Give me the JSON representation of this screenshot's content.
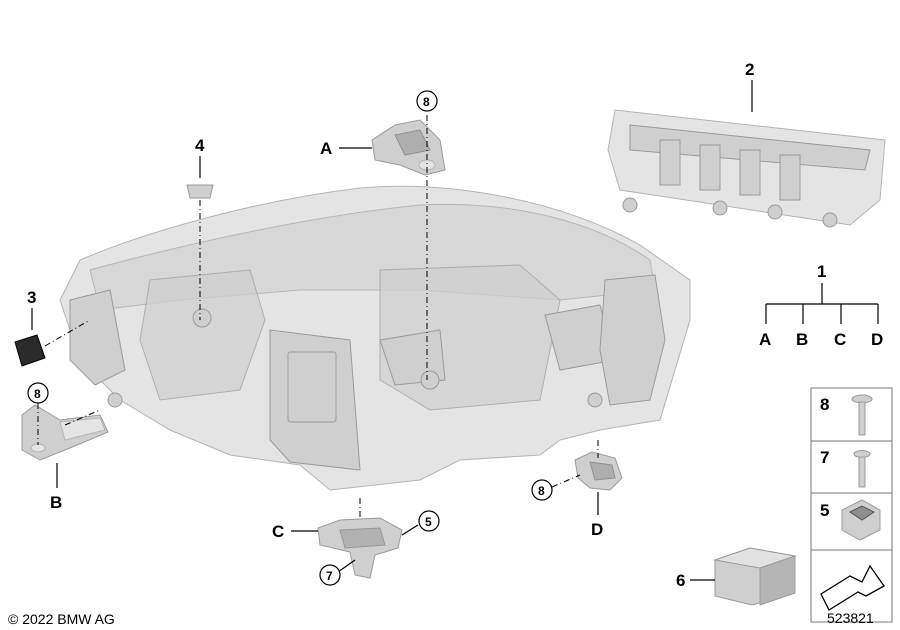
{
  "parts": {
    "p1": "1",
    "p2": "2",
    "p3": "3",
    "p4": "4",
    "p5": "5",
    "p6": "6",
    "p7": "7",
    "p8": "8"
  },
  "brackets": {
    "a": "A",
    "b": "B",
    "c": "C",
    "d": "D"
  },
  "tree_labels": [
    "A",
    "B",
    "C",
    "D"
  ],
  "legend": [
    {
      "num": "8",
      "icon": "screw-icon"
    },
    {
      "num": "7",
      "icon": "screw-icon"
    },
    {
      "num": "5",
      "icon": "clip-nut-icon"
    },
    {
      "num": "",
      "icon": "arrow-icon"
    }
  ],
  "copyright": "© 2022 BMW AG",
  "diagram_id": "523821"
}
